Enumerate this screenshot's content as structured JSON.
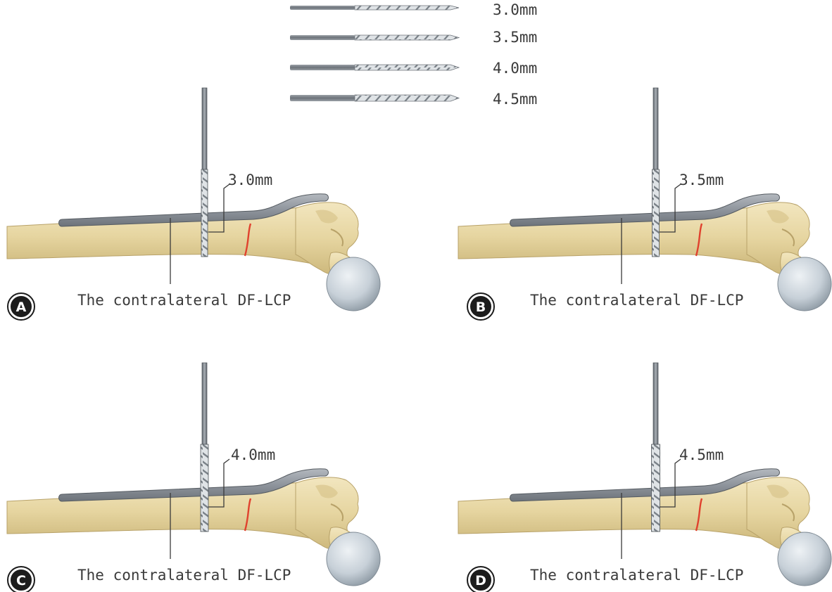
{
  "drill_legend": [
    {
      "label": "3.0mm"
    },
    {
      "label": "3.5mm"
    },
    {
      "label": "4.0mm"
    },
    {
      "label": "4.5mm"
    }
  ],
  "panels": [
    {
      "letter": "A",
      "drill_size": "3.0mm",
      "plate_label": "The contralateral DF-LCP"
    },
    {
      "letter": "B",
      "drill_size": "3.5mm",
      "plate_label": "The contralateral DF-LCP"
    },
    {
      "letter": "C",
      "drill_size": "4.0mm",
      "plate_label": "The contralateral DF-LCP"
    },
    {
      "letter": "D",
      "drill_size": "4.5mm",
      "plate_label": "The contralateral DF-LCP"
    }
  ],
  "colors": {
    "bone": "#e6d5a0",
    "bone_shadow": "#c9b47a",
    "plate": "#8e949c",
    "drill": "#7c838b",
    "femoral_head": "#c7d0d8",
    "fracture": "#e0422e",
    "text": "#3a3a3a"
  }
}
